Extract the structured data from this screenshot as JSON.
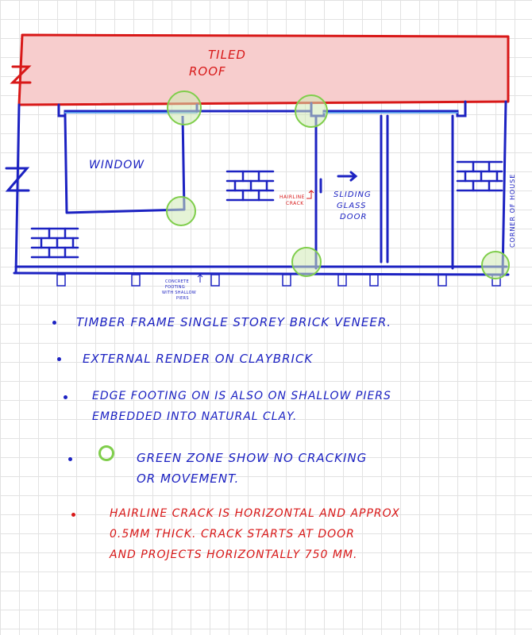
{
  "diagram": {
    "roof_label_line1": "TILED",
    "roof_label_line2": "ROOF",
    "window_label": "WINDOW",
    "door_label_line1": "SLIDING",
    "door_label_line2": "GLASS",
    "door_label_line3": "DOOR",
    "crack_label_line1": "HAIRLINE",
    "crack_label_line2": "CRACK",
    "footing_label_line1": "CONCRETE",
    "footing_label_line2": "FOOTING",
    "footing_label_line3": "WITH SHALLOW",
    "footing_label_line4": "PIERS",
    "corner_label": "CORNER OF HOUSE"
  },
  "notes": [
    {
      "lines": [
        "TIMBER FRAME SINGLE STOREY BRICK VENEER."
      ]
    },
    {
      "lines": [
        "EXTERNAL RENDER ON CLAYBRICK"
      ]
    },
    {
      "lines": [
        "EDGE FOOTING ON IS ALSO ON SHALLOW PIERS",
        "EMBEDDED INTO NATURAL CLAY."
      ]
    },
    {
      "lines": [
        "GREEN ZONE SHOW NO CRACKING",
        "OR MOVEMENT."
      ]
    },
    {
      "lines": [
        "HAIRLINE CRACK IS HORIZONTAL AND APPROX",
        "0.5mm THICK. CRACK STARTS AT DOOR",
        "AND PROJECTS HORIZONTALLY 750 MM."
      ]
    }
  ],
  "colors": {
    "roof_fill": "#f7cdcd",
    "roof_stroke": "#d81818",
    "wall_stroke": "#1c22c2",
    "green_zone": "#7fce4b",
    "crack_text": "#d81818",
    "grid": "#e2e2e2"
  }
}
